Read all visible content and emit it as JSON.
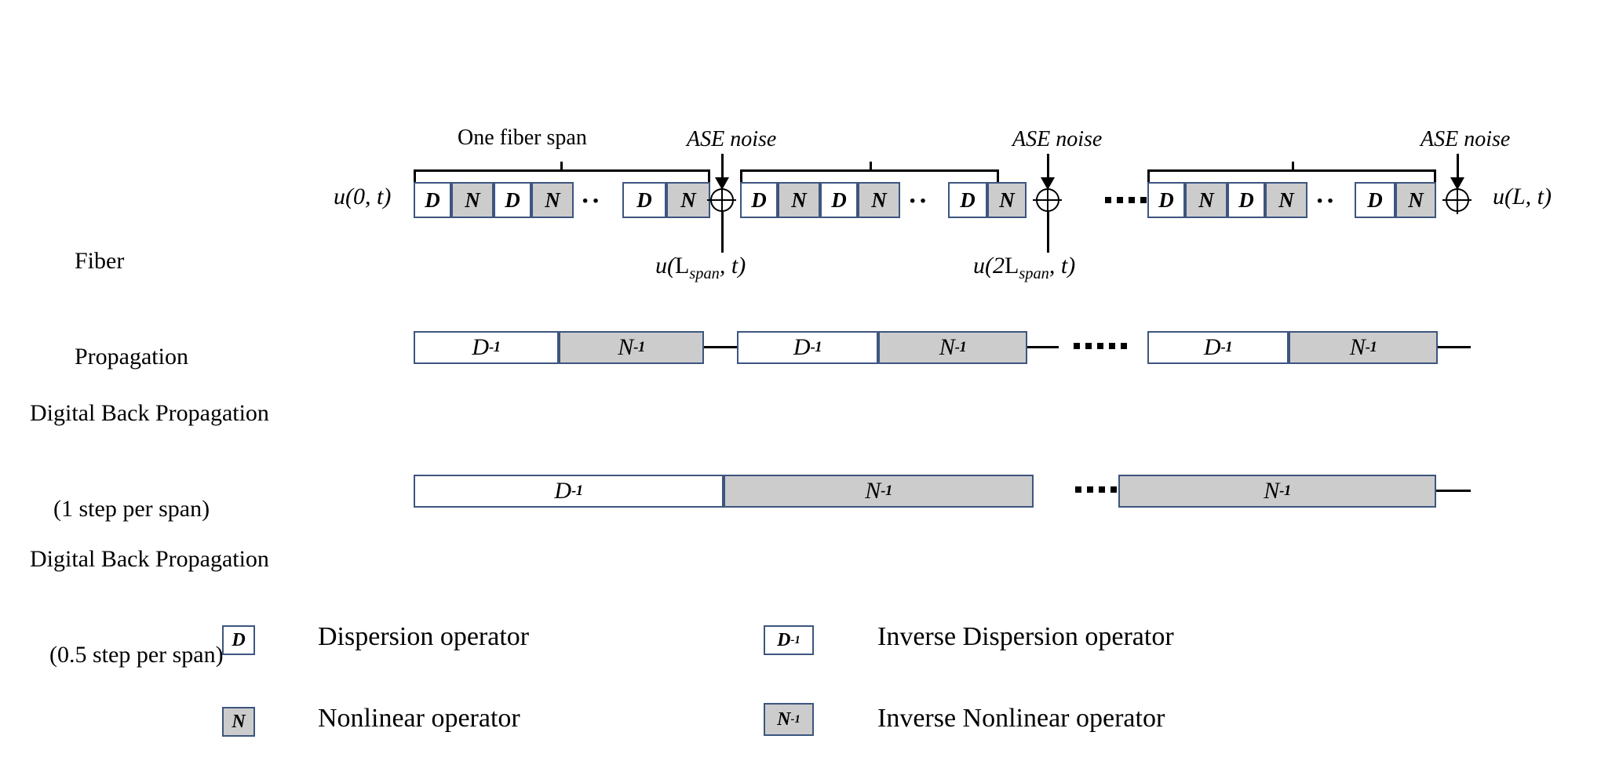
{
  "figure": {
    "title": "Split-step fiber propagation and digital back propagation schematic",
    "colors": {
      "box_border": "#3d557f",
      "shaded_fill": "#cccccc",
      "plain_fill": "#ffffff",
      "line": "#000000",
      "background": "#ffffff"
    }
  },
  "rows": {
    "fiber": {
      "label_line1": "Fiber",
      "label_line2": "Propagation",
      "input_label": "u(0, t)",
      "output_label": "u(L, t)",
      "span_caption": "One fiber span",
      "ase_caption": "ASE noise",
      "inline_dots": "··",
      "tap_labels": [
        "u(Lspan, t)",
        "u(2Lspan, t)"
      ],
      "group_sequence": [
        "D",
        "N",
        "D",
        "N",
        "··",
        "D",
        "N"
      ],
      "groups": [
        {
          "id": "span-1",
          "boxes": [
            "D",
            "N",
            "D",
            "N",
            "D",
            "N"
          ],
          "has_brace": true,
          "brace_caption": "One fiber span",
          "ase": {
            "caption": "ASE noise",
            "tap_label_main": "u(",
            "tap_label_sub": "L",
            "tap_label_sub2": "span",
            "tap_label_tail": ", t)"
          }
        },
        {
          "id": "span-2",
          "boxes": [
            "D",
            "N",
            "D",
            "N",
            "D",
            "N"
          ],
          "has_brace": true,
          "ase": {
            "caption": "ASE noise"
          }
        },
        {
          "id": "span-n",
          "boxes": [
            "D",
            "N",
            "D",
            "N",
            "D",
            "N"
          ],
          "has_brace": true,
          "ase": {
            "caption": "ASE noise"
          }
        }
      ]
    },
    "dbp1": {
      "label_line1": "Digital Back Propagation",
      "label_line2": "(1 step per span)",
      "blocks": [
        {
          "left": "D",
          "left_sup": "-1",
          "right": "N",
          "right_sup": "-1"
        },
        {
          "left": "D",
          "left_sup": "-1",
          "right": "N",
          "right_sup": "-1"
        },
        {
          "left": "D",
          "left_sup": "-1",
          "right": "N",
          "right_sup": "-1"
        }
      ]
    },
    "dbp05": {
      "label_line1": "Digital Back Propagation",
      "label_line2": "(0.5 step per span)",
      "blocks": [
        {
          "left": "D",
          "left_sup": "-1",
          "right": "N",
          "right_sup": "-1"
        },
        {
          "right": "N",
          "right_sup": "-1"
        }
      ]
    }
  },
  "legend": {
    "items": [
      {
        "symbol": "D",
        "sup": "",
        "shaded": false,
        "text": "Dispersion operator"
      },
      {
        "symbol": "D",
        "sup": "-1",
        "shaded": false,
        "text": "Inverse Dispersion operator"
      },
      {
        "symbol": "N",
        "sup": "",
        "shaded": true,
        "text": "Nonlinear operator"
      },
      {
        "symbol": "N",
        "sup": "-1",
        "shaded": true,
        "text": "Inverse Nonlinear operator"
      }
    ]
  },
  "math": {
    "u0t": "u(0, t)",
    "uLt": "u(L, t)",
    "u_lspan": {
      "prefix": "u(",
      "base": "L",
      "sub": "span",
      "suffix": ", t)"
    },
    "u_2lspan": {
      "prefix": "u(2",
      "base": "L",
      "sub": "span",
      "suffix": ", t)"
    }
  }
}
